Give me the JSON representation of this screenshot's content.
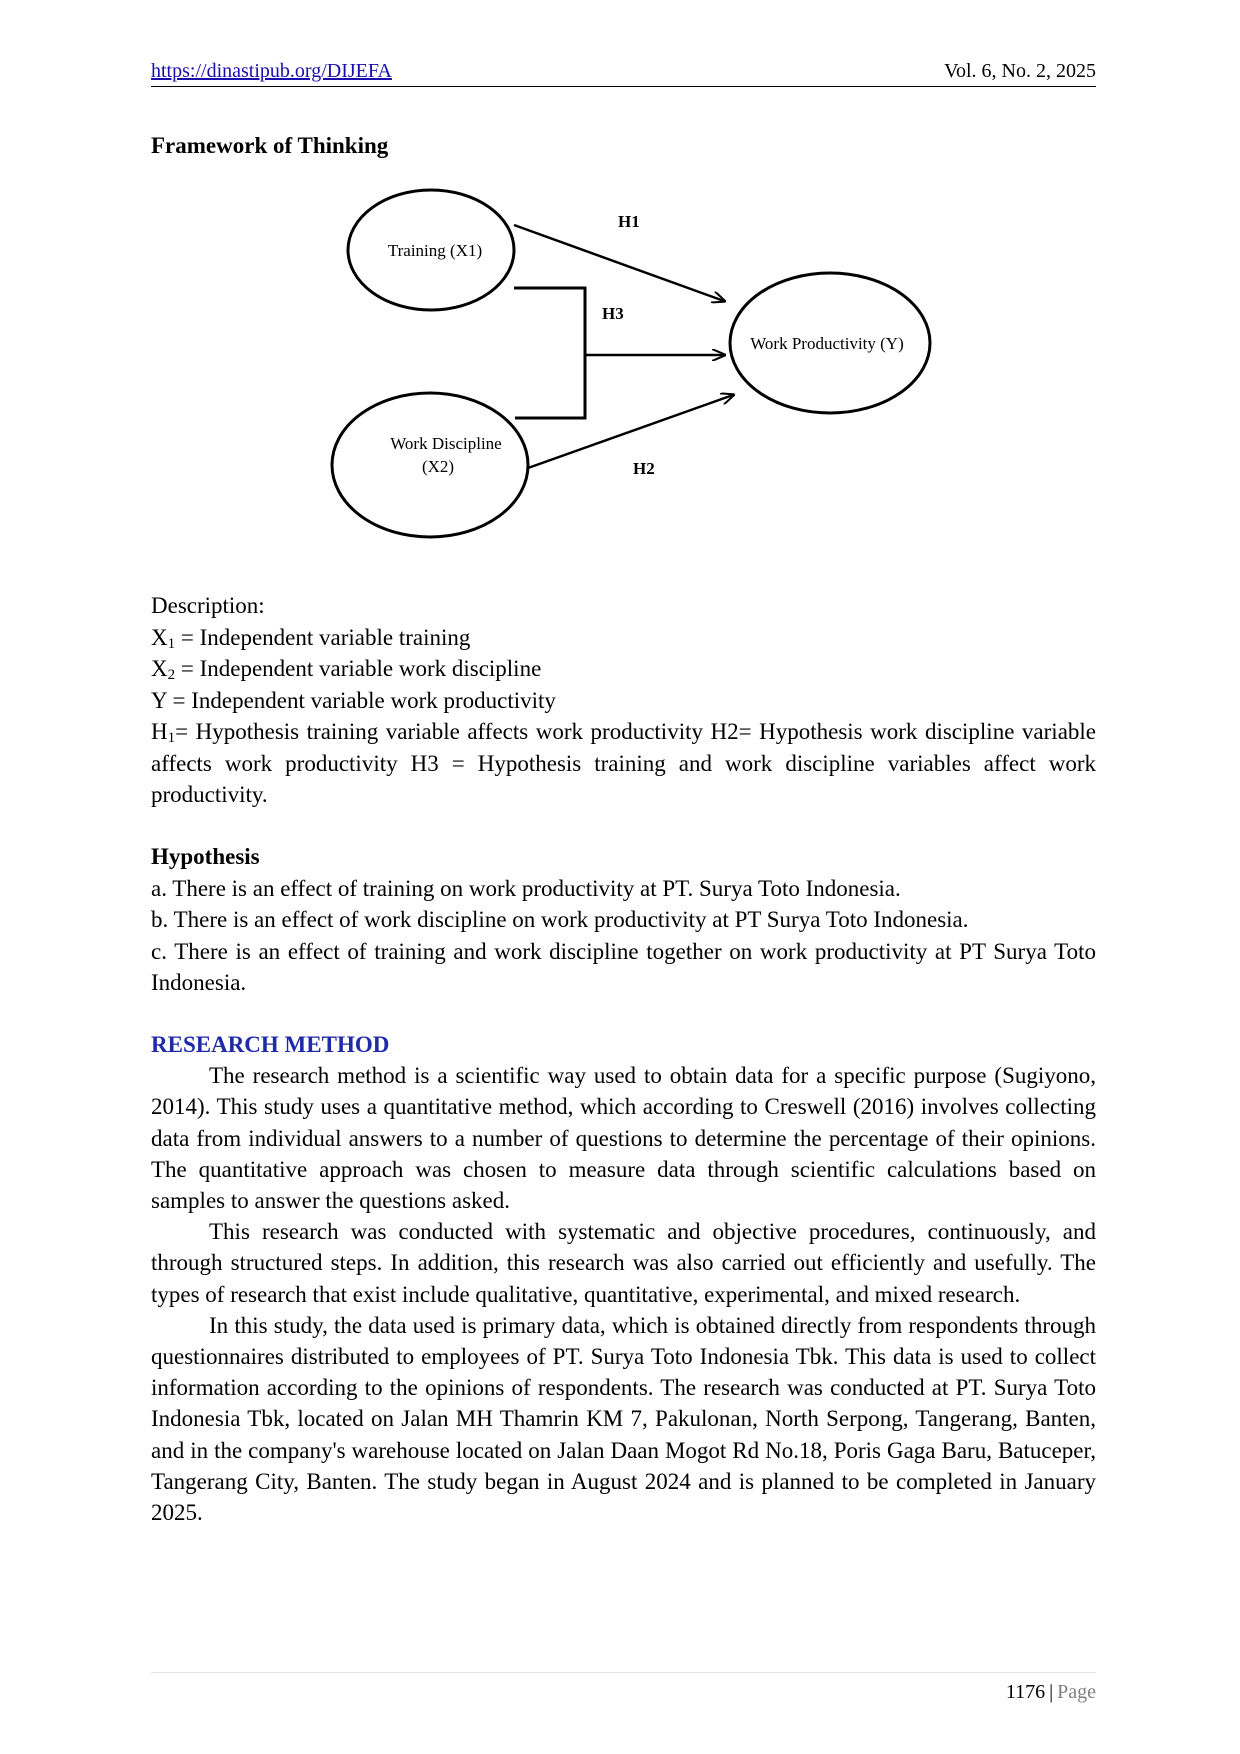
{
  "header": {
    "url": "https://dinastipub.org/DIJEFA",
    "volume": "Vol. 6, No. 2, 2025"
  },
  "framework": {
    "title": "Framework of Thinking",
    "diagram": {
      "node_x1": "Training (X1)",
      "node_x2_line1": "Work Discipline",
      "node_x2_line2": "(X2)",
      "node_y": "Work Productivity (Y)",
      "h1": "H1",
      "h2": "H2",
      "h3": "H3"
    }
  },
  "description": {
    "heading": "Description:",
    "x1_sym": "X",
    "x1_sub": "1",
    "x1_text": " = Independent variable training",
    "x2_sym": "X",
    "x2_sub": "2",
    "x2_text": " = Independent variable work discipline",
    "y_text": "Y = Independent variable work productivity",
    "h_sym": "H",
    "h_sub": "1",
    "h_text": "= Hypothesis training variable affects work productivity H2= Hypothesis work discipline variable affects work productivity H3 = Hypothesis training and work discipline variables affect work productivity."
  },
  "hypothesis": {
    "heading": "Hypothesis",
    "items": [
      "a. There is an effect of training on work productivity at PT. Surya Toto Indonesia.",
      "b. There is an effect of work discipline on work productivity at PT Surya Toto Indonesia.",
      "c. There is an effect of training and work discipline together on work productivity at PT Surya Toto Indonesia."
    ]
  },
  "research_method": {
    "heading": "RESEARCH METHOD",
    "paragraphs": [
      "The research method is a scientific way used to obtain data for a specific purpose (Sugiyono, 2014). This study uses a quantitative method, which according to Creswell (2016) involves collecting data from individual answers to a number of questions to determine the percentage of their opinions. The quantitative approach was chosen to measure data through scientific calculations based on samples to answer the questions asked.",
      "This research was conducted with systematic and objective procedures, continuously, and through structured steps. In addition, this research was also carried out efficiently and usefully. The types of research that exist include qualitative, quantitative, experimental, and mixed research.",
      "In this study, the data used is primary data, which is obtained directly from respondents through questionnaires distributed to employees of PT. Surya Toto Indonesia Tbk. This data is used to collect information according to the opinions of respondents. The research was conducted at PT. Surya Toto Indonesia Tbk, located on Jalan MH Thamrin KM 7, Pakulonan, North Serpong, Tangerang, Banten, and in the company's warehouse located on Jalan Daan Mogot Rd No.18, Poris Gaga Baru, Batuceper, Tangerang City, Banten. The study began in August 2024 and is planned to be completed in January 2025."
    ]
  },
  "footer": {
    "page_number": "1176",
    "separator": "|",
    "page_label": "Page"
  }
}
